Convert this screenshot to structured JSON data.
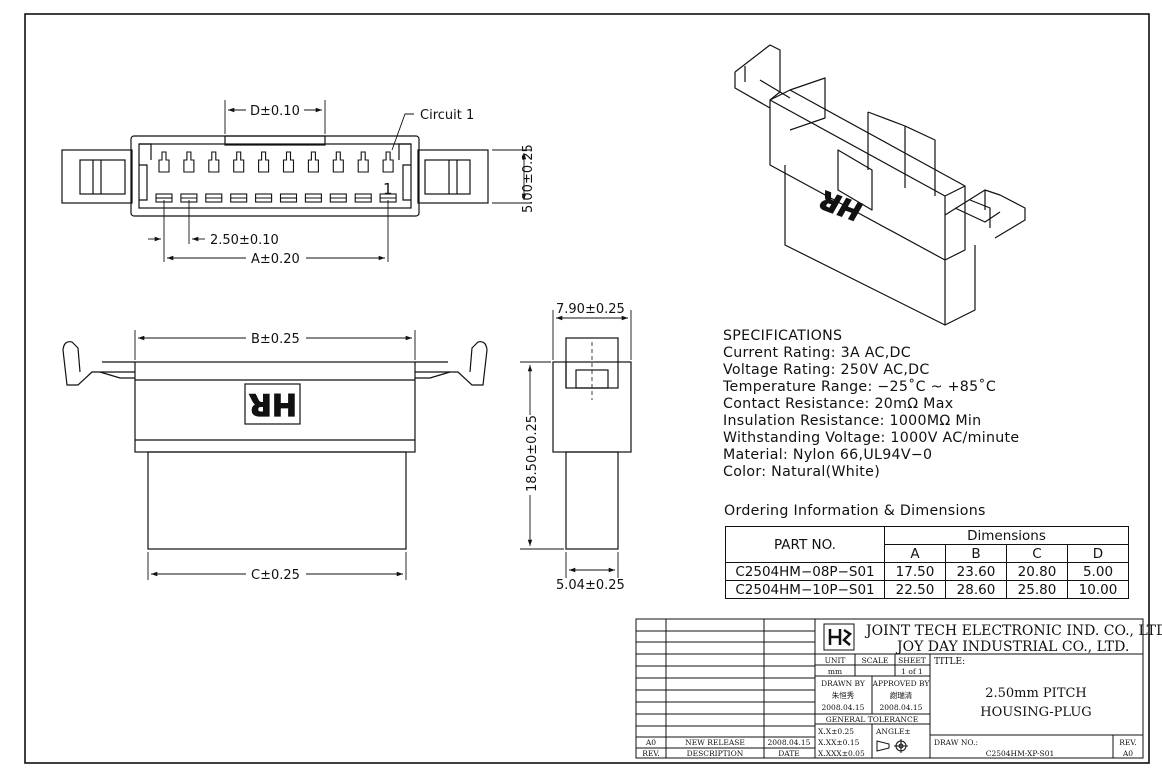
{
  "dims": {
    "d": "D±0.10",
    "circuit": "Circuit 1",
    "circuit_num": "1",
    "h5": "5.00±0.25",
    "pitch": "2.50±0.10",
    "a": "A±0.20",
    "b": "B±0.25",
    "c": "C±0.25",
    "w790": "7.90±0.25",
    "h1850": "18.50±0.25",
    "w504": "5.04±0.25",
    "logo": "HR"
  },
  "specs": {
    "heading": "SPECIFICATIONS",
    "lines": [
      "Current Rating: 3A AC,DC",
      "Voltage Rating: 250V AC,DC",
      "Temperature Range: −25˚C ~ +85˚C",
      "Contact Resistance: 20mΩ Max",
      "Insulation Resistance: 1000MΩ Min",
      "Withstanding Voltage: 1000V AC/minute",
      "Material: Nylon 66,UL94V−0",
      "Color: Natural(White)"
    ]
  },
  "ordering": {
    "title": "Ordering Information & Dimensions",
    "part_header": "PART NO.",
    "dims_header": "Dimensions",
    "cols": [
      "A",
      "B",
      "C",
      "D"
    ],
    "rows": [
      {
        "part": "C2504HM−08P−S01",
        "values": [
          "17.50",
          "23.60",
          "20.80",
          "5.00"
        ]
      },
      {
        "part": "C2504HM−10P−S01",
        "values": [
          "22.50",
          "28.60",
          "25.80",
          "10.00"
        ]
      }
    ]
  },
  "titleblock": {
    "company1": "JOINT TECH ELECTRONIC IND. CO., LTD.",
    "company2": "JOY DAY INDUSTRIAL CO., LTD.",
    "unit_label": "UNIT",
    "unit_value": "mm",
    "scale_label": "SCALE",
    "sheet_label": "SHEET",
    "sheet_value": "1 of 1",
    "title_label": "TITLE:",
    "title1": "2.50mm PITCH",
    "title2": "HOUSING-PLUG",
    "drawn_label": "DRAWN BY",
    "drawn_name": "朱恒秀",
    "drawn_date": "2008.04.15",
    "approved_label": "APPROVED BY",
    "approved_name": "謝瑞清",
    "approved_date": "2008.04.15",
    "tol_label": "GENERAL TOLERANCE",
    "tol1": "X.X±0.25",
    "tol2": "X.XX±0.15",
    "tol3": "X.XXX±0.05",
    "angle_label": "ANGLE±",
    "draw_no_label": "DRAW NO.:",
    "draw_no": "C2504HM-XP-S01",
    "rev_label": "REV.",
    "rev_value": "A0",
    "rev_row": {
      "rev": "A0",
      "desc": "NEW RELEASE",
      "date": "2008.04.15"
    },
    "hdr_rev": "REV.",
    "hdr_desc": "DESCRIPTION",
    "hdr_date": "DATE"
  }
}
